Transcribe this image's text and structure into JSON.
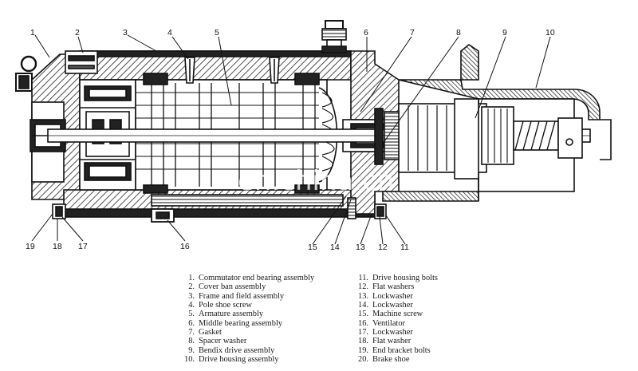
{
  "watermark": "en.china.cn",
  "callouts": [
    {
      "n": "1"
    },
    {
      "n": "2"
    },
    {
      "n": "3"
    },
    {
      "n": "4"
    },
    {
      "n": "5"
    },
    {
      "n": "6"
    },
    {
      "n": "7"
    },
    {
      "n": "8"
    },
    {
      "n": "9"
    },
    {
      "n": "10"
    },
    {
      "n": "11"
    },
    {
      "n": "12"
    },
    {
      "n": "13"
    },
    {
      "n": "14"
    },
    {
      "n": "15"
    },
    {
      "n": "16"
    },
    {
      "n": "17"
    },
    {
      "n": "18"
    },
    {
      "n": "19"
    }
  ],
  "legend_left": [
    {
      "num": "1.",
      "text": "Commutator end bearing assembly"
    },
    {
      "num": "2.",
      "text": "Cover ban assembly"
    },
    {
      "num": "3.",
      "text": "Frame and field assembly"
    },
    {
      "num": "4.",
      "text": "Pole shoe screw"
    },
    {
      "num": "5.",
      "text": "Armature assembly"
    },
    {
      "num": "6.",
      "text": "Middle bearing assembly"
    },
    {
      "num": "7.",
      "text": "Gasket"
    },
    {
      "num": "8.",
      "text": "Spacer washer"
    },
    {
      "num": "9.",
      "text": "Bendix drive assembly"
    },
    {
      "num": "10.",
      "text": "Drive housing assembly"
    }
  ],
  "legend_right": [
    {
      "num": "11.",
      "text": "Drive housing bolts"
    },
    {
      "num": "12.",
      "text": "Flat washers"
    },
    {
      "num": "13.",
      "text": "Lockwasher"
    },
    {
      "num": "14.",
      "text": "Lockwasher"
    },
    {
      "num": "15.",
      "text": "Machine screw"
    },
    {
      "num": "16.",
      "text": "Ventilator"
    },
    {
      "num": "17.",
      "text": "Lockwasher"
    },
    {
      "num": "18.",
      "text": "Flat washer"
    },
    {
      "num": "19.",
      "text": "End bracket bolts"
    },
    {
      "num": "20.",
      "text": "Brake shoe"
    }
  ]
}
